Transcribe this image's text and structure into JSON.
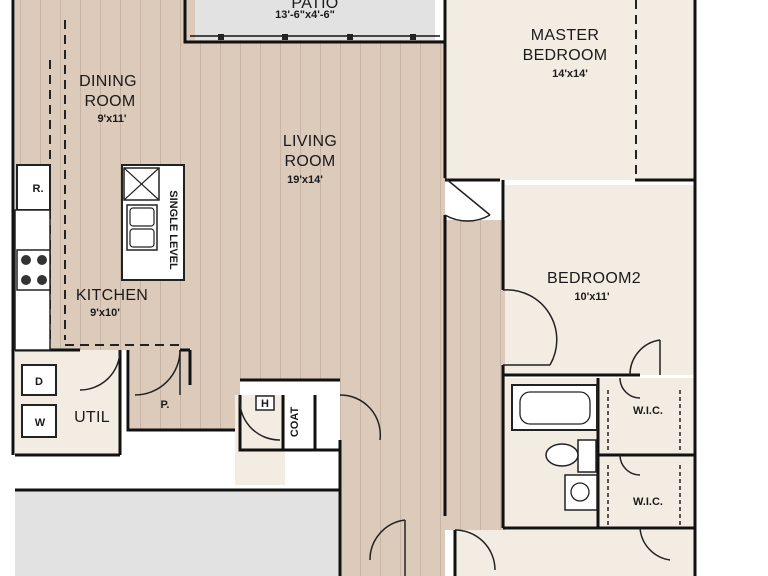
{
  "rooms": {
    "patio": {
      "name": "PATIO",
      "dims": "13'-6\"x4'-6\""
    },
    "master": {
      "name_line1": "MASTER",
      "name_line2": "BEDROOM",
      "dims": "14'x14'"
    },
    "dining": {
      "name_line1": "DINING",
      "name_line2": "ROOM",
      "dims": "9'x11'"
    },
    "living": {
      "name_line1": "LIVING",
      "name_line2": "ROOM",
      "dims": "19'x14'"
    },
    "kitchen": {
      "name": "KITCHEN",
      "dims": "9'x10'"
    },
    "bedroom2": {
      "name": "BEDROOM2",
      "dims": "10'x11'"
    }
  },
  "labels": {
    "refrigerator": "R.",
    "sink_island": "SINGLE LEVEL",
    "pantry": "P.",
    "util": "UTIL",
    "dryer": "D",
    "washer": "W",
    "water_heater": "H",
    "coat": "COAT",
    "wic_1": "W.I.C.",
    "wic_2": "W.I.C."
  },
  "colors": {
    "floor_wood": "#dccabb",
    "floor_plain": "#f3ece3",
    "outdoor": "#e2e2e2",
    "wall": "#111111"
  }
}
